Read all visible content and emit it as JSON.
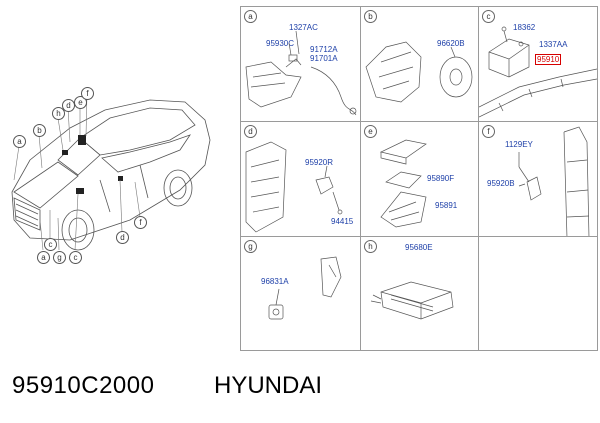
{
  "car_callouts": [
    "a",
    "b",
    "h",
    "d",
    "e",
    "f",
    "c",
    "d",
    "a",
    "g",
    "c",
    "f"
  ],
  "sections": [
    {
      "tag": "a",
      "parts": [
        "1327AC",
        "95930C",
        "91712A",
        "91701A"
      ]
    },
    {
      "tag": "b",
      "parts": [
        "96620B"
      ]
    },
    {
      "tag": "c",
      "parts": [
        "18362",
        "1337AA",
        "95910"
      ]
    },
    {
      "tag": "d",
      "parts": [
        "95920R",
        "94415"
      ]
    },
    {
      "tag": "e",
      "parts": [
        "95890F",
        "95891"
      ]
    },
    {
      "tag": "f",
      "parts": [
        "1129EY",
        "95920B"
      ]
    },
    {
      "tag": "g",
      "parts": [
        "96831A"
      ]
    },
    {
      "tag": "h",
      "parts": [
        "95680E"
      ]
    }
  ],
  "footer": {
    "part_number": "95910C2000",
    "brand": "HYUNDAI"
  }
}
